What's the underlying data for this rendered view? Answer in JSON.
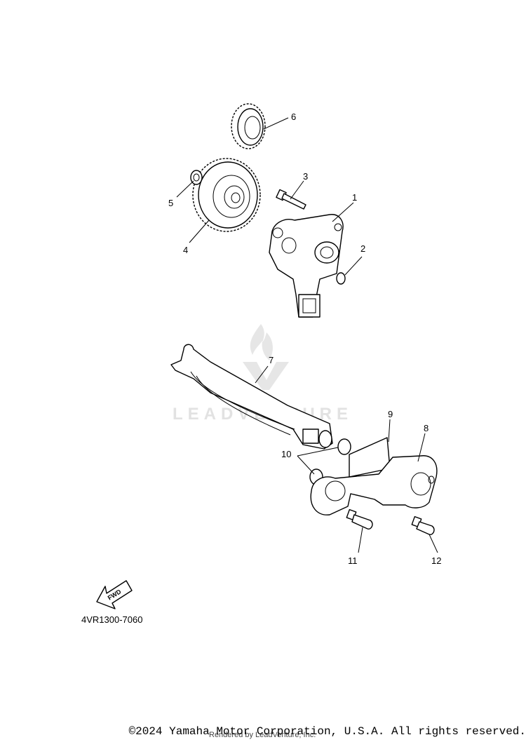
{
  "diagram": {
    "code": "4VR1300-7060",
    "callouts": [
      "1",
      "2",
      "3",
      "4",
      "5",
      "6",
      "7",
      "8",
      "9",
      "10",
      "11",
      "12"
    ],
    "fwd_label": "FWD"
  },
  "watermark": {
    "text": "LEADVENTURE",
    "logo_icon": "flame-logo-icon",
    "color": "#e2e2e2"
  },
  "footer": {
    "copyright": "©2024 Yamaha Motor Corporation, U.S.A. All rights reserved.",
    "rendered_by": "Rendered by LeadVenture, Inc."
  }
}
